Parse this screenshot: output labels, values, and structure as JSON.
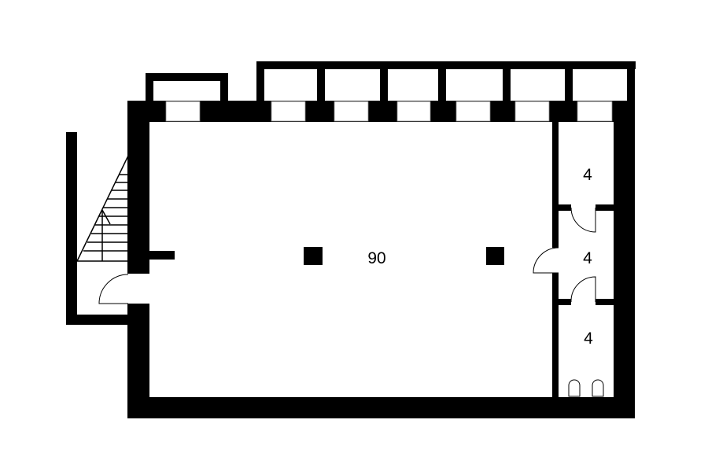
{
  "plan": {
    "rooms": [
      {
        "id": "main-hall",
        "area": "90"
      },
      {
        "id": "room-upper",
        "area": "4"
      },
      {
        "id": "room-middle",
        "area": "4"
      },
      {
        "id": "room-lower",
        "area": "4"
      }
    ],
    "colors": {
      "wall": "#000000",
      "background": "#ffffff"
    }
  }
}
